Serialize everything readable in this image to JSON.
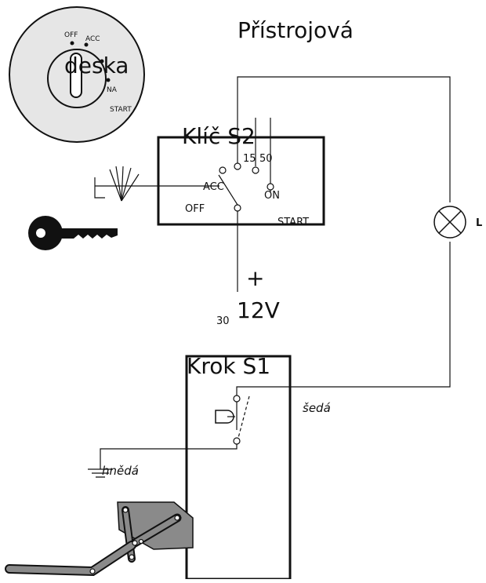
{
  "title": {
    "line1": "Přístrojová",
    "line2": "deska"
  },
  "dial": {
    "off": "OFF",
    "acc": "ACC",
    "na": "NA",
    "start": "START"
  },
  "ignition_switch": {
    "label": "Klíč S2",
    "terminal_15": "15",
    "terminal_50": "50",
    "acc": "ACC",
    "on": "ON",
    "off": "OFF",
    "start": "START"
  },
  "supply": {
    "plus": "+",
    "terminal": "30",
    "voltage": "12V"
  },
  "lamp": {
    "label": "L"
  },
  "step_switch": {
    "label": "Krok S1"
  },
  "wires": {
    "grey": "šedá",
    "brown": "hnědá"
  },
  "colors": {
    "ink": "#111111",
    "dial_fill": "#e6e6e6",
    "pedal_fill": "#8a8a8a"
  }
}
